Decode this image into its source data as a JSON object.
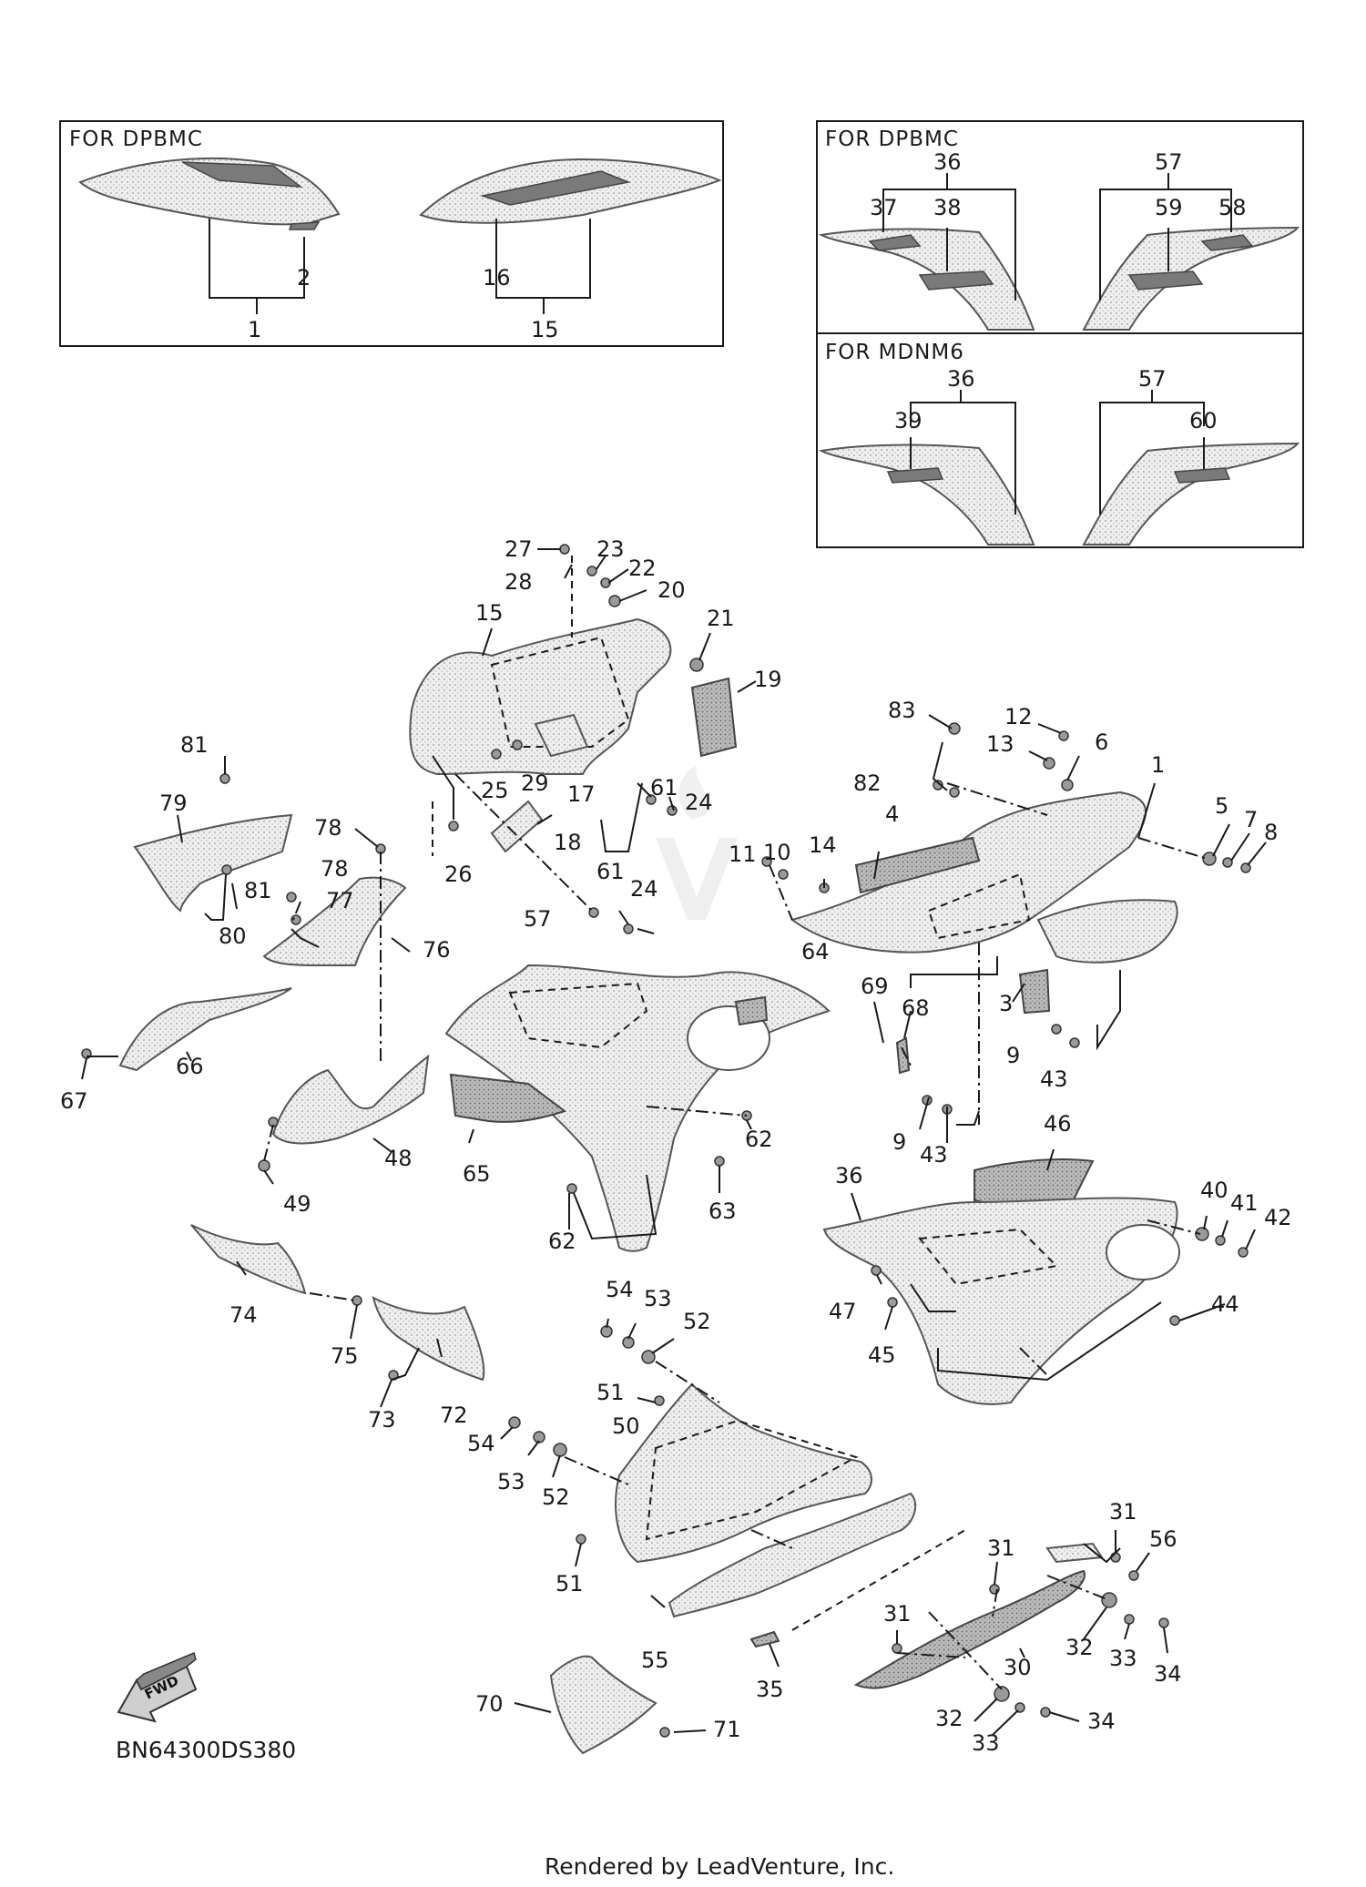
{
  "diagram_code": "BN64300DS380",
  "credit": "Rendered by LeadVenture, Inc.",
  "fwd_label": "FWD",
  "insets": {
    "left": {
      "header": "FOR DPBMC",
      "callouts": [
        "1",
        "2",
        "15",
        "16"
      ]
    },
    "right_top": {
      "header": "FOR DPBMC",
      "callouts": [
        "36",
        "37",
        "38",
        "57",
        "59",
        "58"
      ]
    },
    "right_bottom": {
      "header": "FOR MDNM6",
      "callouts": [
        "36",
        "39",
        "57",
        "60"
      ]
    }
  },
  "callouts": [
    {
      "id": "27"
    },
    {
      "id": "23"
    },
    {
      "id": "22"
    },
    {
      "id": "28"
    },
    {
      "id": "20"
    },
    {
      "id": "21"
    },
    {
      "id": "15"
    },
    {
      "id": "19"
    },
    {
      "id": "81"
    },
    {
      "id": "83"
    },
    {
      "id": "12"
    },
    {
      "id": "13"
    },
    {
      "id": "6"
    },
    {
      "id": "1"
    },
    {
      "id": "79"
    },
    {
      "id": "29"
    },
    {
      "id": "25"
    },
    {
      "id": "17"
    },
    {
      "id": "61"
    },
    {
      "id": "24"
    },
    {
      "id": "82"
    },
    {
      "id": "78"
    },
    {
      "id": "18"
    },
    {
      "id": "26"
    },
    {
      "id": "4"
    },
    {
      "id": "5"
    },
    {
      "id": "7"
    },
    {
      "id": "8"
    },
    {
      "id": "11"
    },
    {
      "id": "10"
    },
    {
      "id": "14"
    },
    {
      "id": "81"
    },
    {
      "id": "78"
    },
    {
      "id": "77"
    },
    {
      "id": "80"
    },
    {
      "id": "61"
    },
    {
      "id": "24"
    },
    {
      "id": "76"
    },
    {
      "id": "57"
    },
    {
      "id": "64"
    },
    {
      "id": "3"
    },
    {
      "id": "69"
    },
    {
      "id": "68"
    },
    {
      "id": "66"
    },
    {
      "id": "9"
    },
    {
      "id": "43"
    },
    {
      "id": "67"
    },
    {
      "id": "62"
    },
    {
      "id": "9"
    },
    {
      "id": "43"
    },
    {
      "id": "46"
    },
    {
      "id": "48"
    },
    {
      "id": "65"
    },
    {
      "id": "36"
    },
    {
      "id": "40"
    },
    {
      "id": "41"
    },
    {
      "id": "42"
    },
    {
      "id": "49"
    },
    {
      "id": "63"
    },
    {
      "id": "62"
    },
    {
      "id": "74"
    },
    {
      "id": "47"
    },
    {
      "id": "44"
    },
    {
      "id": "54"
    },
    {
      "id": "53"
    },
    {
      "id": "52"
    },
    {
      "id": "75"
    },
    {
      "id": "45"
    },
    {
      "id": "73"
    },
    {
      "id": "72"
    },
    {
      "id": "51"
    },
    {
      "id": "54"
    },
    {
      "id": "50"
    },
    {
      "id": "53"
    },
    {
      "id": "52"
    },
    {
      "id": "31"
    },
    {
      "id": "56"
    },
    {
      "id": "31"
    },
    {
      "id": "51"
    },
    {
      "id": "31"
    },
    {
      "id": "32"
    },
    {
      "id": "33"
    },
    {
      "id": "34"
    },
    {
      "id": "55"
    },
    {
      "id": "30"
    },
    {
      "id": "35"
    },
    {
      "id": "70"
    },
    {
      "id": "71"
    },
    {
      "id": "32"
    },
    {
      "id": "34"
    },
    {
      "id": "33"
    }
  ]
}
